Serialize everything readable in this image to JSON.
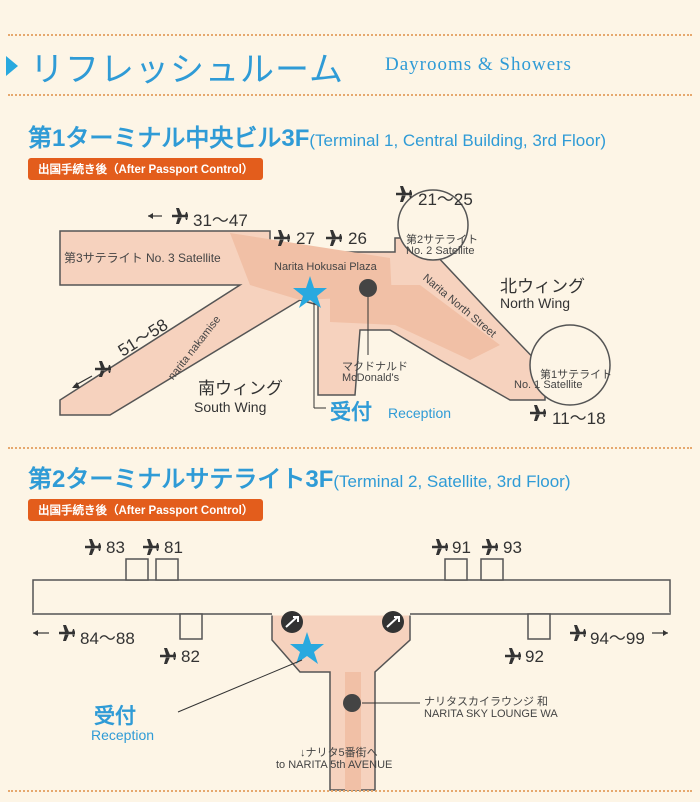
{
  "header": {
    "title_jp": "リフレッシュルーム",
    "title_en": "Dayrooms & Showers"
  },
  "terminal1": {
    "title_main": "第1ターミナル中央ビル3F",
    "title_sub": "(Terminal 1, Central Building, 3rd Floor)",
    "badge": "出国手続き後（After Passport Control）",
    "gates": {
      "g31_47": "31～47",
      "g27": "27",
      "g26": "26",
      "g21_25": "21～25",
      "g51_58": "51～58",
      "g11_18": "11～18"
    },
    "labels": {
      "satellite3": "第3サテライト  No. 3 Satellite",
      "satellite2_jp": "第2サテライト",
      "satellite2_en": "No. 2 Satellite",
      "satellite1_jp": "第1サテライト",
      "satellite1_en": "No. 1 Satellite",
      "plaza": "Narita Hokusai Plaza",
      "nakamise": "narita nakamise",
      "north_street": "Narita North Street",
      "north_wing_jp": "北ウィング",
      "north_wing_en": "North Wing",
      "south_wing_jp": "南ウィング",
      "south_wing_en": "South Wing",
      "mcd_jp": "マクドナルド",
      "mcd_en": "McDonald's",
      "reception_jp": "受付",
      "reception_en": "Reception"
    }
  },
  "terminal2": {
    "title_main": "第2ターミナルサテライト3F",
    "title_sub": "(Terminal 2, Satellite, 3rd Floor)",
    "badge": "出国手続き後（After Passport Control）",
    "gates": {
      "g83": "83",
      "g81": "81",
      "g91": "91",
      "g93": "93",
      "g84_88": "84～88",
      "g82": "82",
      "g92": "92",
      "g94_99": "94～99"
    },
    "labels": {
      "reception_jp": "受付",
      "reception_en": "Reception",
      "lounge_jp": "ナリタスカイラウンジ 和",
      "lounge_en": "NARITA SKY LOUNGE WA",
      "avenue_jp": "↓ナリタ5番街へ",
      "avenue_en": "to NARITA 5th AVENUE"
    }
  },
  "colors": {
    "accent_blue": "#2f9bd6",
    "badge_orange": "#e35d1c",
    "floor_pink": "#f6d2be",
    "floor_pink_dark": "#f1c0a6",
    "background": "#fdf5e6",
    "outline": "#555555"
  }
}
